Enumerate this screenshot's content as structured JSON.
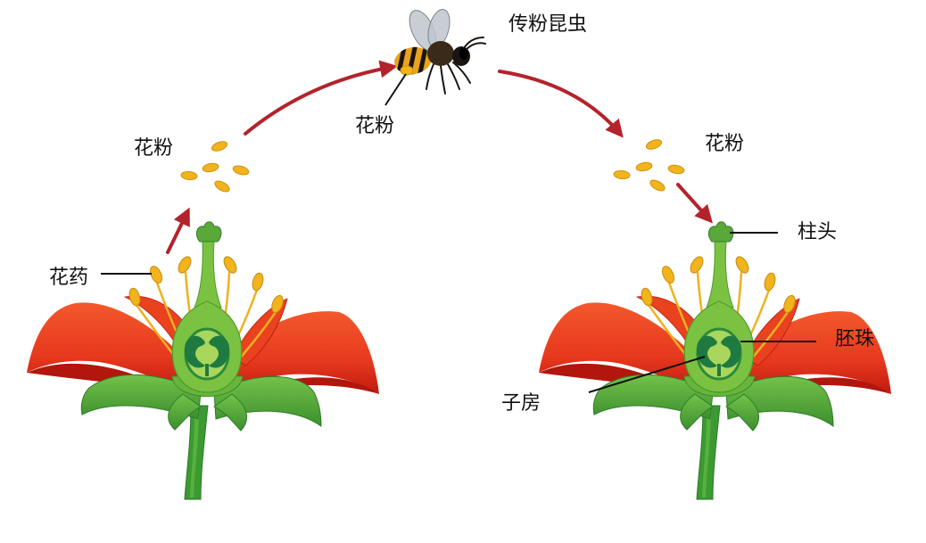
{
  "labels": {
    "insect": "传粉昆虫",
    "pollen_near_insect": "花粉",
    "pollen_left": "花粉",
    "pollen_right": "花粉",
    "anther": "花药",
    "stigma": "柱头",
    "ovule": "胚珠",
    "ovary": "子房"
  },
  "colors": {
    "arrow": "#b3232b",
    "petal": "#e6391e",
    "petal_dark": "#b3160d",
    "pollen": "#f1b41c",
    "filament": "#f0b020",
    "sepal": "#55a83a",
    "pistil": "#7cc242",
    "ovule": "#1e7a40",
    "stem": "#3b9a31"
  }
}
